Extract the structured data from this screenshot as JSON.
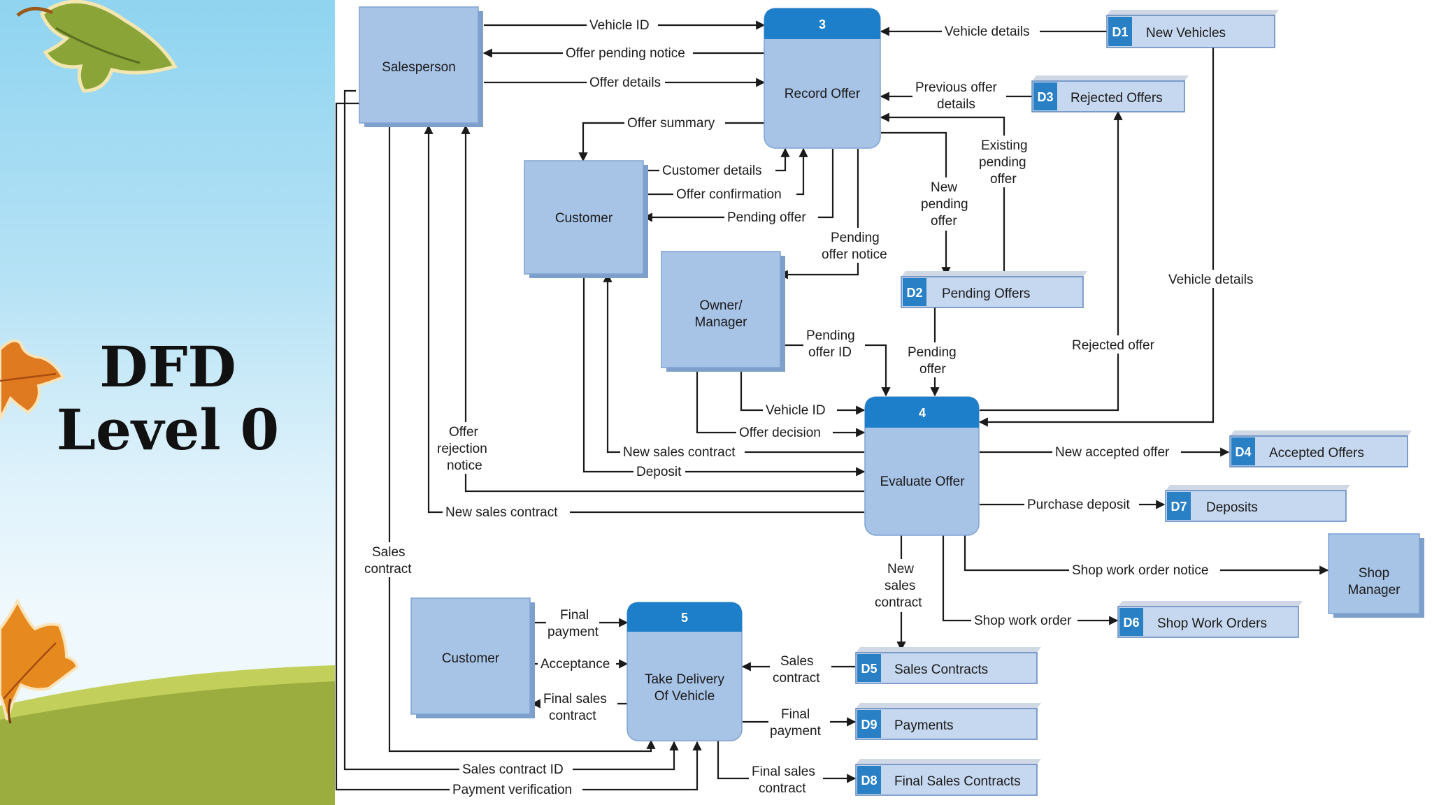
{
  "slide": {
    "title_line1": "DFD",
    "title_line2": "Level 0"
  },
  "entities": {
    "salesperson": "Salesperson",
    "customer_top": "Customer",
    "owner_manager_1": "Owner/",
    "owner_manager_2": "Manager",
    "customer_bottom": "Customer",
    "shop_manager_1": "Shop",
    "shop_manager_2": "Manager"
  },
  "processes": {
    "p3": {
      "id": "3",
      "name": "Record Offer"
    },
    "p4": {
      "id": "4",
      "name": "Evaluate Offer"
    },
    "p5": {
      "id": "5",
      "name_1": "Take Delivery",
      "name_2": "Of Vehicle"
    }
  },
  "data_stores": {
    "d1": {
      "id": "D1",
      "name": "New Vehicles"
    },
    "d3": {
      "id": "D3",
      "name": "Rejected Offers"
    },
    "d2": {
      "id": "D2",
      "name": "Pending Offers"
    },
    "d4": {
      "id": "D4",
      "name": "Accepted Offers"
    },
    "d7": {
      "id": "D7",
      "name": "Deposits"
    },
    "d6": {
      "id": "D6",
      "name": "Shop Work Orders"
    },
    "d5": {
      "id": "D5",
      "name": "Sales Contracts"
    },
    "d9": {
      "id": "D9",
      "name": "Payments"
    },
    "d8": {
      "id": "D8",
      "name": "Final Sales Contracts"
    }
  },
  "flows": {
    "vehicle_id_1": "Vehicle ID",
    "offer_pending_notice": "Offer pending notice",
    "offer_details": "Offer details",
    "vehicle_details_1": "Vehicle details",
    "previous_offer_1": "Previous offer",
    "previous_offer_2": "details",
    "offer_summary": "Offer summary",
    "existing_1": "Existing",
    "existing_2": "pending",
    "existing_3": "offer",
    "customer_details": "Customer details",
    "offer_confirmation": "Offer confirmation",
    "pending_offer_1": "Pending offer",
    "new_pending_1": "New",
    "new_pending_2": "pending",
    "new_pending_3": "offer",
    "pending_offer_notice_1": "Pending",
    "pending_offer_notice_2": "offer notice",
    "vehicle_details_2": "Vehicle details",
    "pending_offer_id_1": "Pending",
    "pending_offer_id_2": "offer ID",
    "pending_offer_2a": "Pending",
    "pending_offer_2b": "offer",
    "rejected_offer": "Rejected offer",
    "vehicle_id_2": "Vehicle ID",
    "offer_decision": "Offer decision",
    "new_sales_contract_1": "New sales contract",
    "deposit": "Deposit",
    "offer_rejection_1": "Offer",
    "offer_rejection_2": "rejection",
    "offer_rejection_3": "notice",
    "new_sales_contract_2": "New sales contract",
    "new_accepted_offer": "New accepted offer",
    "purchase_deposit": "Purchase deposit",
    "shop_work_order_notice": "Shop work order notice",
    "shop_work_order": "Shop work order",
    "new_sales_contract_3a": "New",
    "new_sales_contract_3b": "sales",
    "new_sales_contract_3c": "contract",
    "sales_contract_left_1": "Sales",
    "sales_contract_left_2": "contract",
    "final_payment_1": "Final",
    "final_payment_2": "payment",
    "acceptance": "Acceptance",
    "final_sales_contract_1": "Final sales",
    "final_sales_contract_2": "contract",
    "sales_contract_d5_1": "Sales",
    "sales_contract_d5_2": "contract",
    "final_payment_d9_1": "Final",
    "final_payment_d9_2": "payment",
    "final_sales_d8_1": "Final sales",
    "final_sales_d8_2": "contract",
    "sales_contract_id": "Sales contract ID",
    "payment_verification": "Payment verification"
  },
  "colors": {
    "process_header": "#1d7fc9",
    "box_fill": "#a7c3e6",
    "store_id": "#2a80c5",
    "grass": "#9aad3e"
  }
}
